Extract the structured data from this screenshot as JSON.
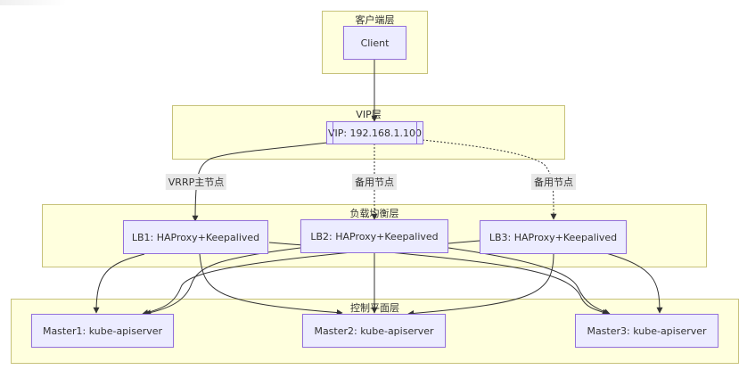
{
  "clusters": {
    "client_layer": "客户端层",
    "vip_layer": "VIP层",
    "lb_layer": "负载均衡层",
    "control_layer": "控制平面层"
  },
  "nodes": {
    "client": "Client",
    "vip": "VIP: 192.168.1.100",
    "lb1": "LB1: HAProxy+Keepalived",
    "lb2": "LB2: HAProxy+Keepalived",
    "lb3": "LB3: HAProxy+Keepalived",
    "master1": "Master1: kube-apiserver",
    "master2": "Master2: kube-apiserver",
    "master3": "Master3: kube-apiserver"
  },
  "edge_labels": {
    "vip_to_lb1": "VRRP主节点",
    "vip_to_lb2": "备用节点",
    "vip_to_lb3": "备用节点"
  },
  "colors": {
    "cluster_fill": "#ffffde",
    "cluster_border": "#c7c27a",
    "node_fill": "#ececff",
    "node_border": "#9370db",
    "edge": "#333333"
  }
}
